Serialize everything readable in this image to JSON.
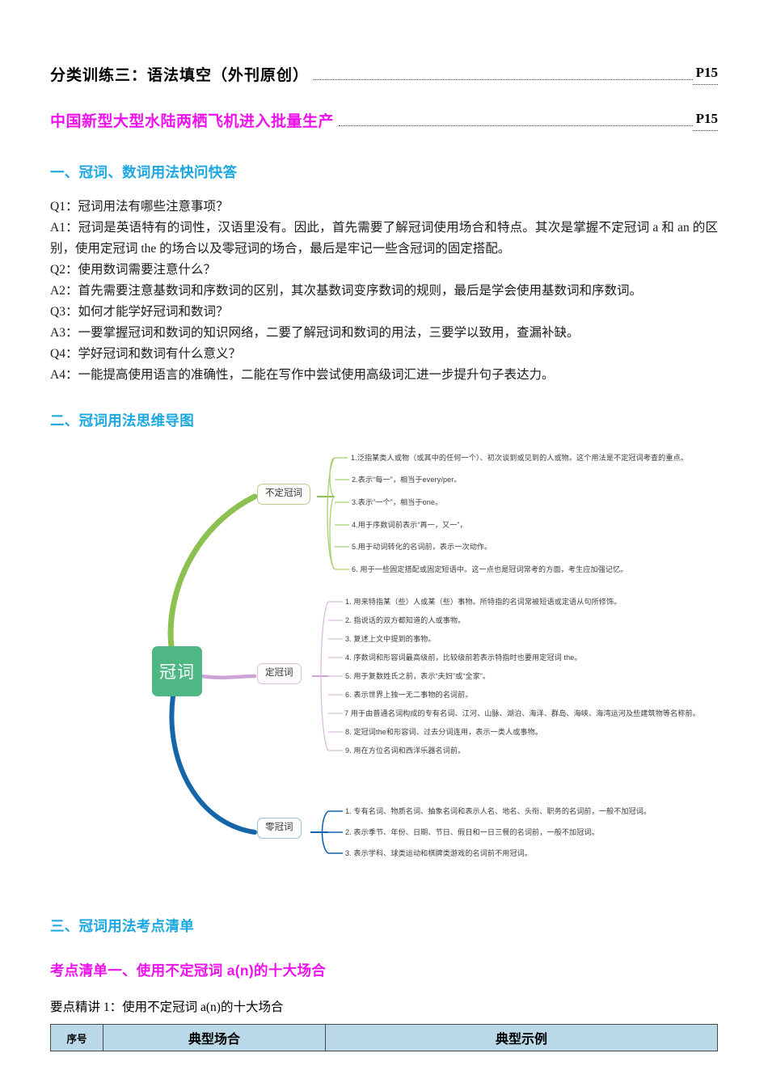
{
  "colors": {
    "heading_blue": "#1BA7DF",
    "magenta": "#EE11EE",
    "center_node_green": "#4FB783",
    "branch_green": "#8CC152",
    "branch_purple": "#CBA3D6",
    "branch_blue": "#1565A8",
    "table_header_bg": "#B9D9E8"
  },
  "doc_title": {
    "text": "分类训练三：语法填空（外刊原创）",
    "page": "P15"
  },
  "article_title": {
    "text": "中国新型大型水陆两栖飞机进入批量生产",
    "page": "P15"
  },
  "sections": {
    "s1": "一、冠词、数词用法快问快答",
    "s2": "二、冠词用法思维导图",
    "s3": "三、冠词用法考点清单",
    "kaodian1": "考点清单一、使用不定冠词 a(n)的十大场合"
  },
  "qa": [
    "Q1：冠词用法有哪些注意事项？",
    "A1：冠词是英语特有的词性，汉语里没有。因此，首先需要了解冠词使用场合和特点。其次是掌握不定冠词 a 和 an 的区别，使用定冠词 the 的场合以及零冠词的场合，最后是牢记一些含冠词的固定搭配。",
    "Q2：使用数词需要注意什么？",
    "A2：首先需要注意基数词和序数词的区别，其次基数词变序数词的规则，最后是学会使用基数词和序数词。",
    "Q3：如何才能学好冠词和数词？",
    "A3：一要掌握冠词和数词的知识网络，二要了解冠词和数词的用法，三要学以致用，查漏补缺。",
    "Q4：学好冠词和数词有什么意义？",
    "A4：一能提高使用语言的准确性，二能在写作中尝试使用高级词汇进一步提升句子表达力。"
  ],
  "mindmap": {
    "center": "冠词",
    "branches": [
      {
        "label": "不定冠词",
        "color": "#8CC152",
        "items": [
          "1.泛指某类人或物（或其中的任何一个）、初次谈到或见到的人或物。这个用法是不定冠词考查的重点。",
          "2.表示“每一”，相当于every/per。",
          "3.表示“一个”，相当于one。",
          "4.用于序数词前表示“再一，又一”，",
          "5.用于动词转化的名词前，表示一次动作。",
          "6. 用于一些固定搭配或固定短语中。这一点也是冠词常考的方面，考生应加强记忆。"
        ]
      },
      {
        "label": "定冠词",
        "color": "#CBA3D6",
        "items": [
          "1. 用来特指某（些）人或某（些）事物。所特指的名词常被短语或定语从句所修饰。",
          "2. 指说话的双方都知道的人或事物。",
          "3. 复述上文中提到的事物。",
          "4. 序数词和形容词最高级前，比较级前若表示特指时也要用定冠词 the。",
          "5. 用于复数姓氏之前，表示“夫妇”或“全家”。",
          "6. 表示世界上独一无二事物的名词前。",
          "7 用于由普通名词构成的专有名词、江河、山脉、湖泊、海洋、群岛、海峡、海湾运河及些建筑物等名称前。",
          "8. 定冠词the和形容词、过去分词连用，表示一类人或事物。",
          "9. 用在方位名词和西洋乐器名词前。"
        ]
      },
      {
        "label": "零冠词",
        "color": "#1565A8",
        "items": [
          "1. 专有名词、物质名词、抽象名词和表示人名、地名、头衔、职务的名词前，一般不加冠词。",
          "2. 表示季节、年份、日期、节日、假日和一日三餐的名词前，一般不加冠词。",
          "3. 表示学科、球类运动和棋牌类游戏的名词前不用冠词。"
        ]
      }
    ]
  },
  "point_explain": "要点精讲 1：使用不定冠词 a(n)的十大场合",
  "table": {
    "headers": [
      "序号",
      "典型场合",
      "典型示例"
    ]
  }
}
